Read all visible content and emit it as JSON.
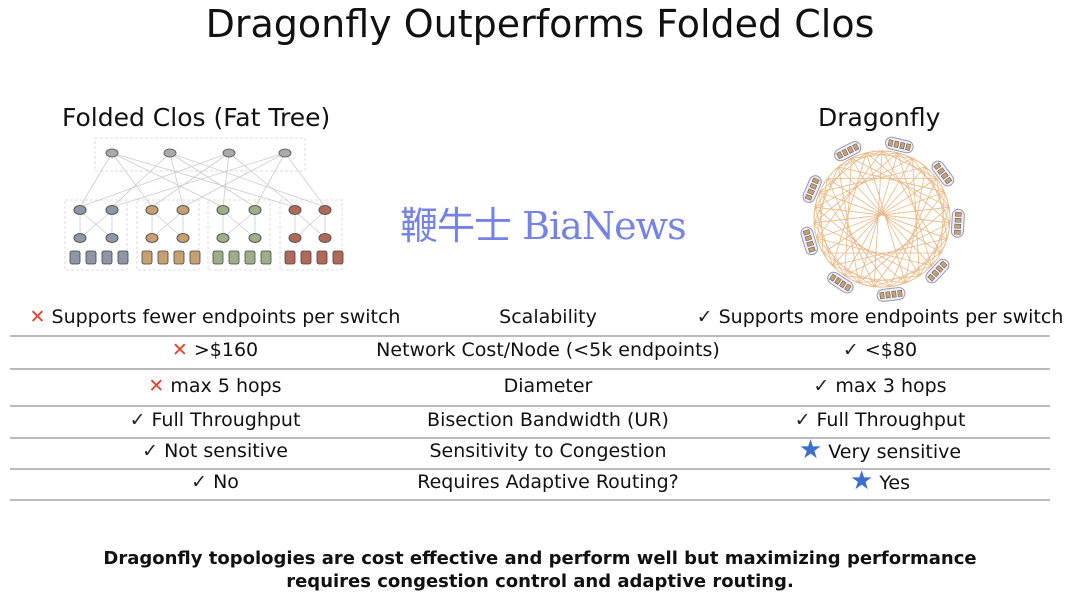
{
  "title": "Dragonfly Outperforms Folded Clos",
  "clos": {
    "title": "Folded Clos (Fat Tree)",
    "pod_colors": [
      "#8f96a8",
      "#c8a070",
      "#9fae88",
      "#b06858"
    ]
  },
  "dragonfly": {
    "title": "Dragonfly",
    "link_color": "#e8b886",
    "groups": 9
  },
  "rows": [
    {
      "left_icon": "x",
      "left": "Supports fewer endpoints per switch",
      "metric": "Scalability",
      "right_icon": "check",
      "right": "Supports more endpoints per switch"
    },
    {
      "left_icon": "x",
      "left": ">$160",
      "metric": "Network Cost/Node (<5k endpoints)",
      "right_icon": "check",
      "right": "<$80"
    },
    {
      "left_icon": "x",
      "left": "max 5 hops",
      "metric": "Diameter",
      "right_icon": "check",
      "right": "max 3 hops"
    },
    {
      "left_icon": "check",
      "left": "Full Throughput",
      "metric": "Bisection Bandwidth (UR)",
      "right_icon": "check",
      "right": "Full Throughput"
    },
    {
      "left_icon": "check",
      "left": "Not sensitive",
      "metric": "Sensitivity to Congestion",
      "right_icon": "star",
      "right": "Very sensitive"
    },
    {
      "left_icon": "check",
      "left": "No",
      "metric": "Requires Adaptive Routing?",
      "right_icon": "star",
      "right": "Yes"
    }
  ],
  "icons": {
    "x": "✕",
    "check": "✓",
    "star": "★"
  },
  "footer": {
    "line1": "Dragonfly topologies are cost effective and perform well but maximizing performance",
    "line2": "requires congestion control and adaptive routing."
  },
  "watermark": "鞭牛士 BiaNews"
}
